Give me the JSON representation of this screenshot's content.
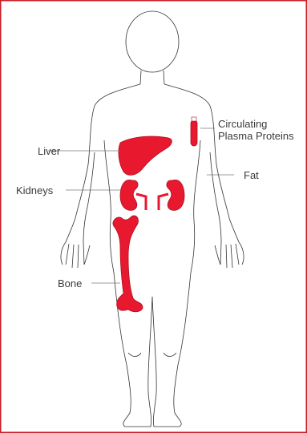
{
  "colors": {
    "border": "#cc1f28",
    "organ": "#e8182f",
    "outline": "#333333",
    "leader": "#7a7a7a"
  },
  "labels": {
    "liver": "Liver",
    "kidneys": "Kidneys",
    "bone": "Bone",
    "circulating_line1": "Circulating",
    "circulating_line2": "Plasma Proteins",
    "fat": "Fat"
  },
  "icons": {
    "body": "human-body-outline",
    "liver": "liver-icon",
    "kidneys": "kidneys-icon",
    "bone": "femur-bone-icon",
    "vial": "blood-vial-icon"
  }
}
